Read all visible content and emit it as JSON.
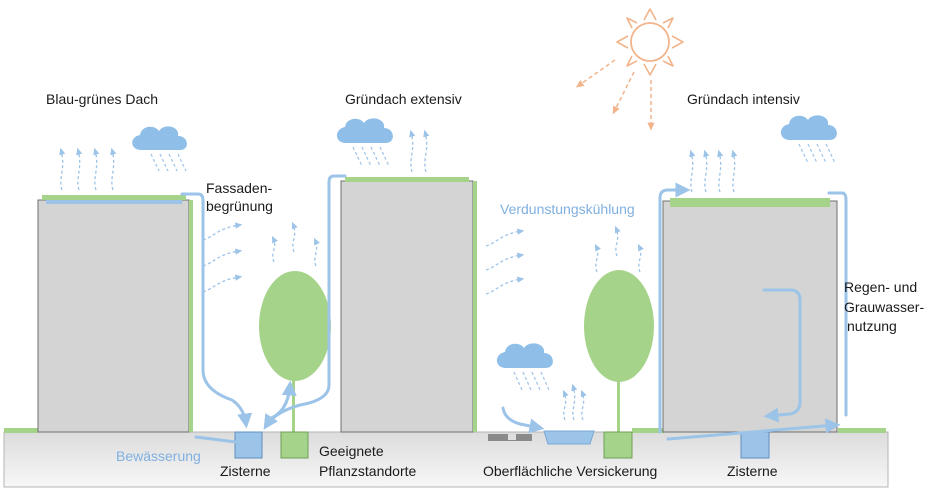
{
  "labels": {
    "blue_green_roof": "Blau-grünes Dach",
    "green_roof_extensive": "Gründach extensiv",
    "green_roof_intensive": "Gründach intensiv",
    "facade_line1": "Fassaden-",
    "facade_line2": "begrünung",
    "evaporative_cooling": "Verdunstungskühlung",
    "water_use_line1": "Regen- und",
    "water_use_line2": "Grauwasser-",
    "water_use_line3": "nutzung",
    "irrigation": "Bewässerung",
    "cistern_left": "Zisterne",
    "planting_line1": "Geeignete",
    "planting_line2": "Pflanzstandorte",
    "infiltration": "Oberflächliche Versickerung",
    "cistern_right": "Zisterne"
  },
  "colors": {
    "building": "#d4d4d4",
    "building_stroke": "#6f6f6f",
    "green": "#a6d38a",
    "water": "#9cc3e8",
    "cloud": "#8fbfe8",
    "sun": "#f2b48a",
    "ground": "#e9e9e9"
  }
}
